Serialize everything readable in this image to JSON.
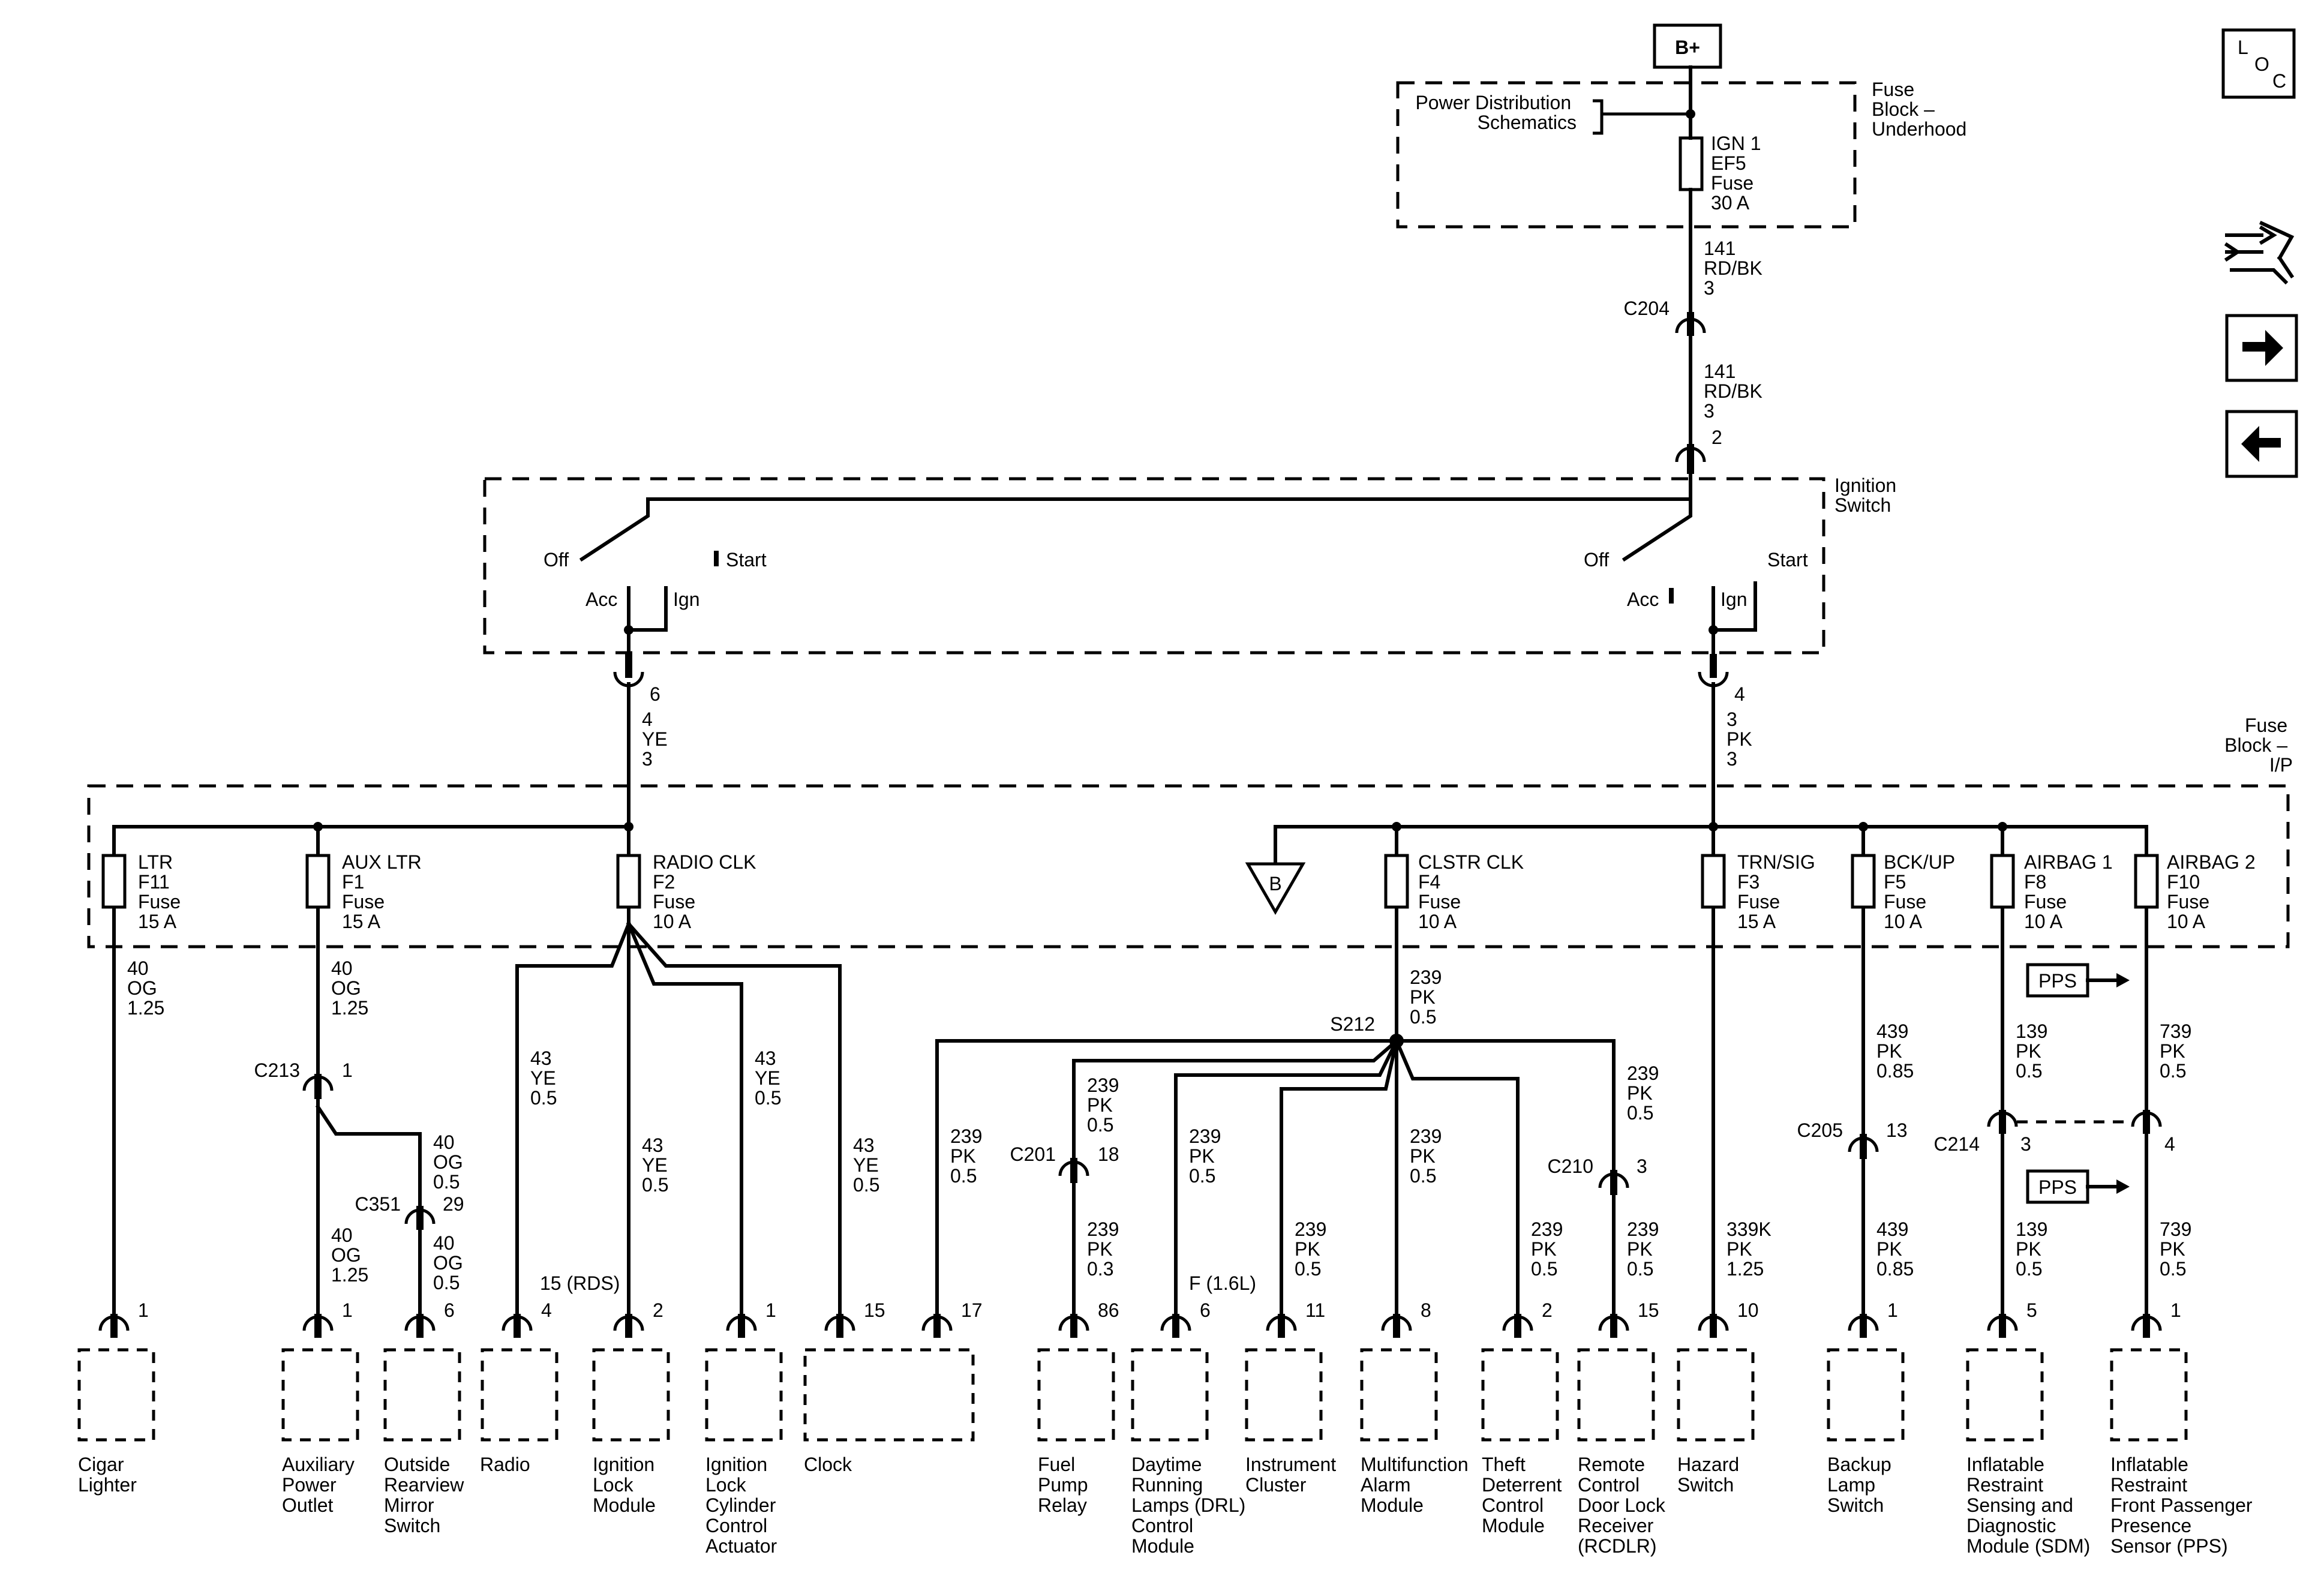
{
  "battery": "B+",
  "loc_icon": [
    "L",
    "O",
    "C"
  ],
  "nav_icons": [
    "tools-icon",
    "arrow-right-icon",
    "arrow-left-icon"
  ],
  "underhood_block": {
    "label": [
      "Fuse",
      "Block –",
      "Underhood"
    ],
    "pds": [
      "Power Distribution",
      "Schematics"
    ],
    "fuse": [
      "IGN 1",
      "EF5",
      "Fuse",
      "30 A"
    ]
  },
  "feed_wires": [
    {
      "lines": [
        "141",
        "RD/BK",
        "3"
      ]
    },
    {
      "lines": [
        "141",
        "RD/BK",
        "3"
      ]
    }
  ],
  "c204": "C204",
  "ign_pin_in": "2",
  "ignition_switch": {
    "label": [
      "Ignition",
      "Switch"
    ],
    "left": {
      "off": "Off",
      "start": "Start",
      "acc": "Acc",
      "ign": "Ign"
    },
    "right": {
      "off": "Off",
      "start": "Start",
      "acc": "Acc",
      "ign": "Ign"
    }
  },
  "left_out": {
    "pin": "6",
    "wire": [
      "4",
      "YE",
      "3"
    ]
  },
  "right_out": {
    "pin": "4",
    "wire": [
      "3",
      "PK",
      "3"
    ]
  },
  "ip_block_label": [
    "Fuse",
    "Block –",
    "I/P"
  ],
  "ip_fuses": [
    {
      "lines": [
        "LTR",
        "F11",
        "Fuse",
        "15 A"
      ]
    },
    {
      "lines": [
        "AUX LTR",
        "F1",
        "Fuse",
        "15 A"
      ]
    },
    {
      "lines": [
        "RADIO CLK",
        "F2",
        "Fuse",
        "10 A"
      ]
    },
    {
      "lines": [
        "CLSTR CLK",
        "F4",
        "Fuse",
        "10 A"
      ]
    },
    {
      "lines": [
        "TRN/SIG",
        "F3",
        "Fuse",
        "15 A"
      ]
    },
    {
      "lines": [
        "BCK/UP",
        "F5",
        "Fuse",
        "10 A"
      ]
    },
    {
      "lines": [
        "AIRBAG 1",
        "F8",
        "Fuse",
        "10 A"
      ]
    },
    {
      "lines": [
        "AIRBAG 2",
        "F10",
        "Fuse",
        "10 A"
      ]
    }
  ],
  "ref_b": "B",
  "wires": {
    "ltr": [
      "40",
      "OG",
      "1.25"
    ],
    "aux": [
      "40",
      "OG",
      "1.25"
    ],
    "aux_branch": [
      "40",
      "OG",
      "0.5"
    ],
    "aux_low": [
      "40",
      "OG",
      "1.25"
    ],
    "mirror_low": [
      "40",
      "OG",
      "0.5"
    ],
    "radio_a": [
      "43",
      "YE",
      "0.5"
    ],
    "radio_b": [
      "43",
      "YE",
      "0.5"
    ],
    "radio_c": [
      "43",
      "YE",
      "0.5"
    ],
    "radio_d": [
      "43",
      "YE",
      "0.5"
    ],
    "clstr": [
      "239",
      "PK",
      "0.5"
    ],
    "clock": [
      "239",
      "PK",
      "0.5"
    ],
    "fuel_up": [
      "239",
      "PK",
      "0.5"
    ],
    "fuel_low": [
      "239",
      "PK",
      "0.3"
    ],
    "drl": [
      "239",
      "PK",
      "0.5"
    ],
    "cluster": [
      "239",
      "PK",
      "0.5"
    ],
    "alarm": [
      "239",
      "PK",
      "0.5"
    ],
    "theft": [
      "239",
      "PK",
      "0.5"
    ],
    "rcdlr_up": [
      "239",
      "PK",
      "0.5"
    ],
    "rcdlr_low": [
      "239",
      "PK",
      "0.5"
    ],
    "hazard": [
      "339K",
      "PK",
      "1.25"
    ],
    "backup_up": [
      "439",
      "PK",
      "0.85"
    ],
    "backup_low": [
      "439",
      "PK",
      "0.85"
    ],
    "sdm_up": [
      "139",
      "PK",
      "0.5"
    ],
    "sdm_low": [
      "139",
      "PK",
      "0.5"
    ],
    "pps_up": [
      "739",
      "PK",
      "0.5"
    ],
    "pps_low": [
      "739",
      "PK",
      "0.5"
    ]
  },
  "connectors": {
    "c213": "C213",
    "c213_pin": "1",
    "c351": "C351",
    "c351_pin": "29",
    "s212": "S212",
    "c201": "C201",
    "c201_pin": "18",
    "c210": "C210",
    "c210_pin": "3",
    "c205": "C205",
    "c205_pin": "13",
    "c214": "C214",
    "c214_pin_a": "3",
    "c214_pin_b": "4"
  },
  "pps_tag": "PPS",
  "radio_pin_note": "15 (RDS)",
  "drl_pin_note": "F (1.6L)",
  "components": [
    {
      "pin": "1",
      "name": [
        "Cigar",
        "Lighter"
      ]
    },
    {
      "pin": "1",
      "name": [
        "Auxiliary",
        "Power",
        "Outlet"
      ]
    },
    {
      "pin": "6",
      "name": [
        "Outside",
        "Rearview",
        "Mirror",
        "Switch"
      ]
    },
    {
      "pin": "4",
      "name": [
        "Radio"
      ]
    },
    {
      "pin": "2",
      "name": [
        "Ignition",
        "Lock",
        "Module"
      ]
    },
    {
      "pin": "1",
      "name": [
        "Ignition",
        "Lock",
        "Cylinder",
        "Control",
        "Actuator"
      ]
    },
    {
      "pin": "15",
      "pin2": "17",
      "name": [
        "Clock"
      ]
    },
    {
      "pin": "86",
      "name": [
        "Fuel",
        "Pump",
        "Relay"
      ]
    },
    {
      "pin": "6",
      "name": [
        "Daytime",
        "Running",
        "Lamps (DRL)",
        "Control",
        "Module"
      ]
    },
    {
      "pin": "11",
      "name": [
        "Instrument",
        "Cluster"
      ]
    },
    {
      "pin": "8",
      "name": [
        "Multifunction",
        "Alarm",
        "Module"
      ]
    },
    {
      "pin": "2",
      "name": [
        "Theft",
        "Deterrent",
        "Control",
        "Module"
      ]
    },
    {
      "pin": "15",
      "name": [
        "Remote",
        "Control",
        "Door Lock",
        "Receiver",
        "(RCDLR)"
      ]
    },
    {
      "pin": "10",
      "name": [
        "Hazard",
        "Switch"
      ]
    },
    {
      "pin": "1",
      "name": [
        "Backup",
        "Lamp",
        "Switch"
      ]
    },
    {
      "pin": "5",
      "name": [
        "Inflatable",
        "Restraint",
        "Sensing and",
        "Diagnostic",
        "Module (SDM)"
      ]
    },
    {
      "pin": "1",
      "name": [
        "Inflatable",
        "Restraint",
        "Front Passenger",
        "Presence",
        "Sensor (PPS)"
      ]
    }
  ]
}
